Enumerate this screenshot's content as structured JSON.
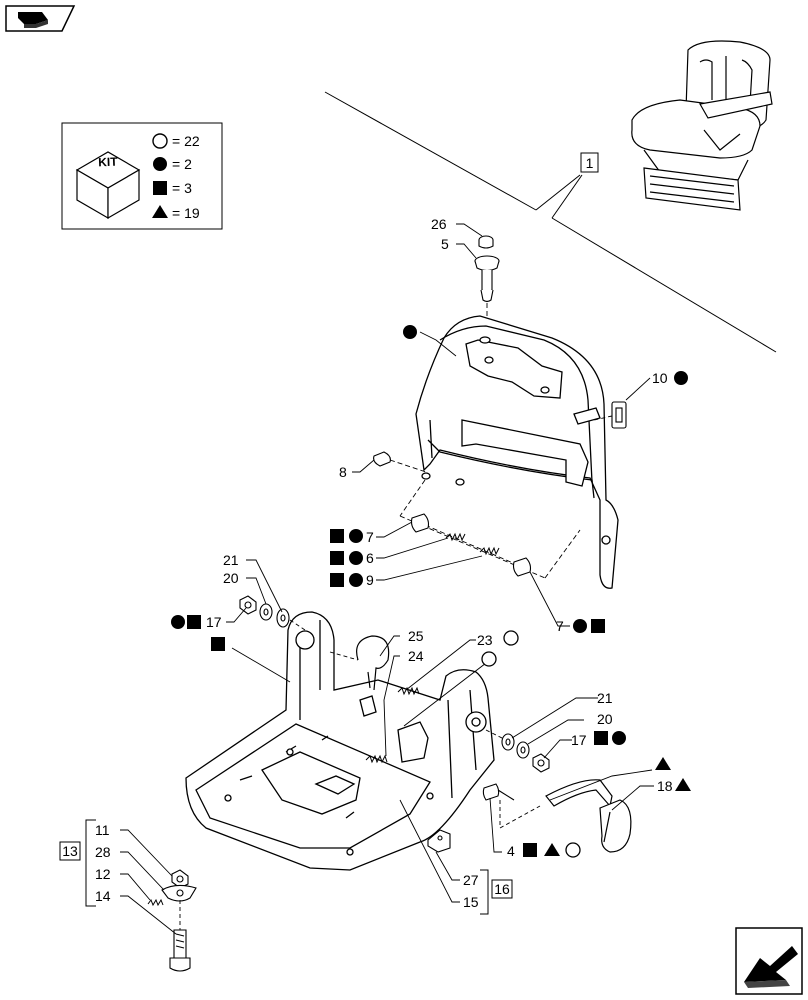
{
  "kit_legend": {
    "box_label": "KIT",
    "entries": [
      {
        "symbol": "circle-open",
        "text": "= 22"
      },
      {
        "symbol": "circle-filled",
        "text": "= 2"
      },
      {
        "symbol": "square-filled",
        "text": "= 3"
      },
      {
        "symbol": "triangle-filled",
        "text": "= 19"
      }
    ]
  },
  "callouts": {
    "c26": "26",
    "c5": "5",
    "c10": "10",
    "c8": "8",
    "c7a": "7",
    "c6": "6",
    "c9": "9",
    "c7b": "7",
    "c21a": "21",
    "c20a": "20",
    "c17a": "17",
    "c25": "25",
    "c24": "24",
    "c23": "23",
    "c21b": "21",
    "c20b": "20",
    "c17b": "17",
    "c18": "18",
    "c4": "4",
    "c27": "27",
    "c15": "15",
    "c11": "11",
    "c28": "28",
    "c12": "12",
    "c14": "14"
  },
  "boxed_refs": {
    "ref1": "1",
    "ref13": "13",
    "ref16": "16"
  },
  "icons": [
    "book-icon",
    "next-page-arrow-icon",
    "kit-cube-icon"
  ]
}
